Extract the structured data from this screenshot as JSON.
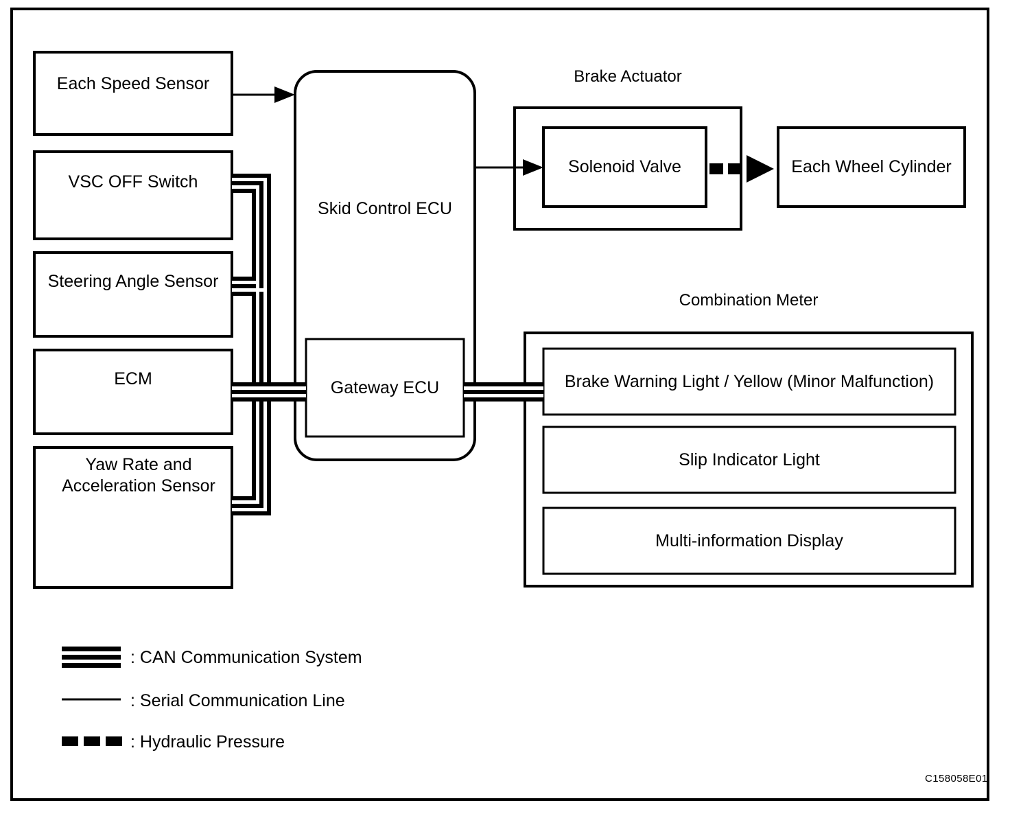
{
  "diagram": {
    "reference_code": "C158058E01",
    "border_color": "#000000",
    "background_color": "#ffffff",
    "line_color": "#000000"
  },
  "inputs": [
    {
      "label": "Each Speed Sensor",
      "name": "each-speed-sensor"
    },
    {
      "label": "VSC OFF Switch",
      "name": "vsc-off-switch"
    },
    {
      "label": "Steering Angle Sensor",
      "name": "steering-angle-sensor"
    },
    {
      "label": "ECM",
      "name": "ecm"
    },
    {
      "label": "Yaw Rate and\nAcceleration Sensor",
      "name": "yaw-rate-and-acceleration-sensor",
      "line1": "Yaw Rate and",
      "line2": "Acceleration Sensor"
    }
  ],
  "ecu": {
    "main_label": "Skid Control ECU",
    "gateway_label": "Gateway ECU"
  },
  "brake_actuator": {
    "title": "Brake Actuator",
    "solenoid_valve": "Solenoid Valve",
    "wheel_cylinder": "Each Wheel Cylinder"
  },
  "combination_meter": {
    "title": "Combination Meter",
    "items": [
      "Brake Warning Light / Yellow (Minor Malfunction)",
      "Slip Indicator Light",
      "Multi-information Display"
    ]
  },
  "legend": [
    {
      "symbol": "can-bus-triple-line",
      "text": ": CAN Communication System"
    },
    {
      "symbol": "serial-thin-line",
      "text": ": Serial Communication Line"
    },
    {
      "symbol": "hydraulic-dashed-line",
      "text": ": Hydraulic Pressure"
    }
  ]
}
